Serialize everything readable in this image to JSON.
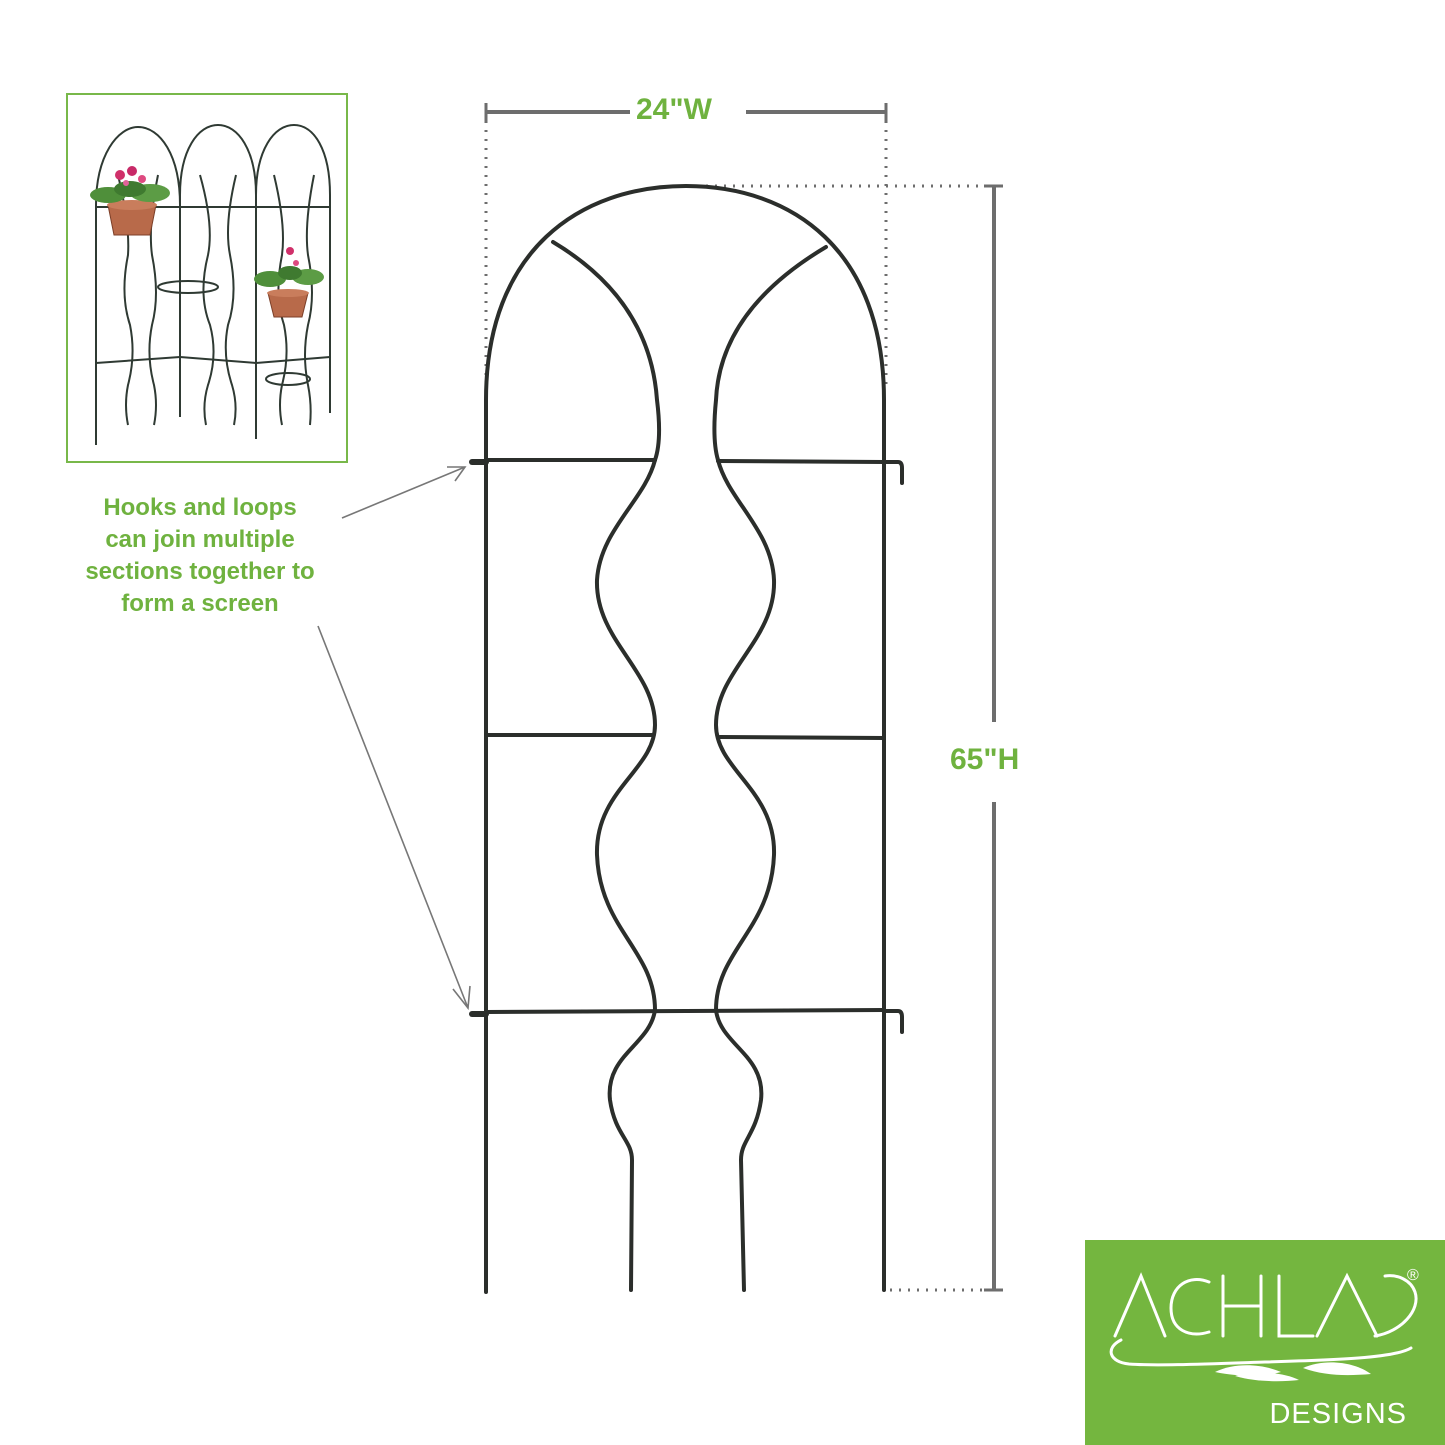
{
  "dimensions": {
    "width_label": "24\"W",
    "height_label": "65\"H"
  },
  "note": {
    "lines": [
      "Hooks and loops",
      "can join multiple",
      "sections together to",
      "form a screen"
    ]
  },
  "logo": {
    "brand": "ACHLA",
    "registered": "®",
    "sub": "DESIGNS"
  },
  "colors": {
    "accent_green": "#6fb23f",
    "logo_bg": "#74b63f",
    "trellis": "#2b2e2b",
    "dim_line": "#6d6d6d"
  },
  "icons": {
    "thumbnail": "trellis-screen-with-flower-pots",
    "logo_mark": "wing-swoosh-icon"
  }
}
